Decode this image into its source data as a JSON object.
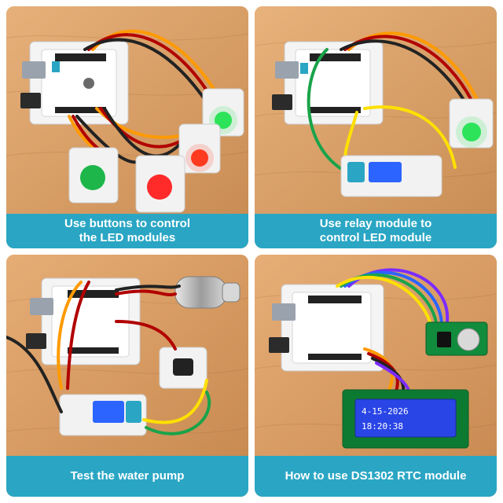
{
  "panels": [
    {
      "caption_lines": [
        "Use buttons to control",
        "the LED modules"
      ]
    },
    {
      "caption_lines": [
        "Use relay module to",
        "control LED module"
      ]
    },
    {
      "caption_lines": [
        "Test the water pump"
      ]
    },
    {
      "caption_lines": [
        "How to use DS1302 RTC module"
      ]
    }
  ],
  "lcd": {
    "line1": "4-15-2026",
    "line2": "18:20:38"
  },
  "colors": {
    "caption_bg": "#2aa6c4",
    "wood": "#d9a36d",
    "led_green": "#2ee35a",
    "led_red": "#ff3b1f",
    "lcd_blue": "#2a45e6"
  }
}
